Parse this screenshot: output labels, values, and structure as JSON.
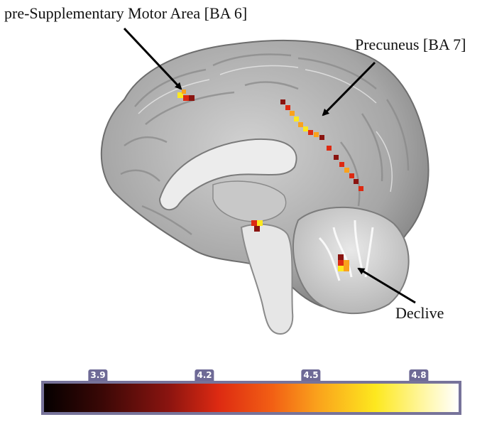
{
  "annotations": {
    "psma": "pre-Supplementary Motor Area [BA 6]",
    "precuneus": "Precuneus [BA 7]",
    "declive": "Declive"
  },
  "colorbar": {
    "ticks": [
      "3.9",
      "4.2",
      "4.5",
      "4.8"
    ],
    "colors": [
      "#000000",
      "#dd2a12",
      "#faa21c",
      "#fde81f",
      "#ffffff"
    ]
  },
  "colors": {
    "brain": "#b9b9b9",
    "frame": "#77739a",
    "activation_low": "#8a1410",
    "activation_high": "#fde81f"
  }
}
